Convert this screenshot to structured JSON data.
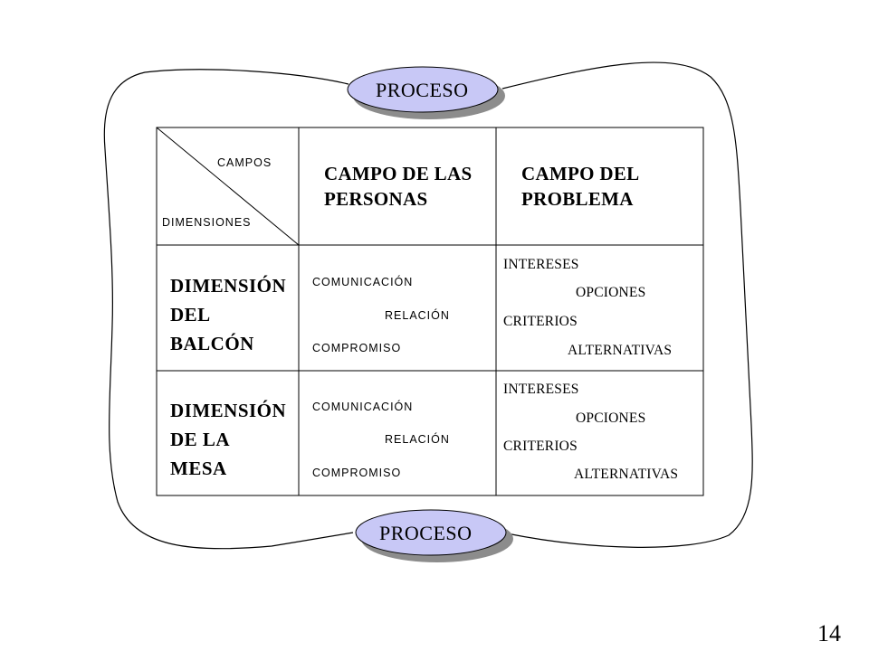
{
  "colors": {
    "ellipse_fill": "#c8c8f6",
    "ellipse_shadow": "#808080",
    "line": "#000000"
  },
  "proceso_top": "PROCESO",
  "proceso_bottom": "PROCESO",
  "corner": {
    "campos": "CAMPOS",
    "dimensiones": "DIMENSIONES"
  },
  "columns": {
    "personas": [
      "CAMPO DE LAS",
      "PERSONAS"
    ],
    "problema": [
      "CAMPO DEL",
      "PROBLEMA"
    ]
  },
  "rows": {
    "balcon": [
      "DIMENSIÓN",
      "DEL",
      "BALCÓN"
    ],
    "mesa": [
      "DIMENSIÓN",
      "DE LA",
      "MESA"
    ]
  },
  "personas_cell": {
    "comunicacion": "COMUNICACIÓN",
    "relacion": "RELACIÓN",
    "compromiso": "COMPROMISO"
  },
  "problema_cell": {
    "intereses": "INTERESES",
    "opciones": "OPCIONES",
    "criterios": "CRITERIOS",
    "alternativas": "ALTERNATIVAS"
  },
  "page_number": "14"
}
